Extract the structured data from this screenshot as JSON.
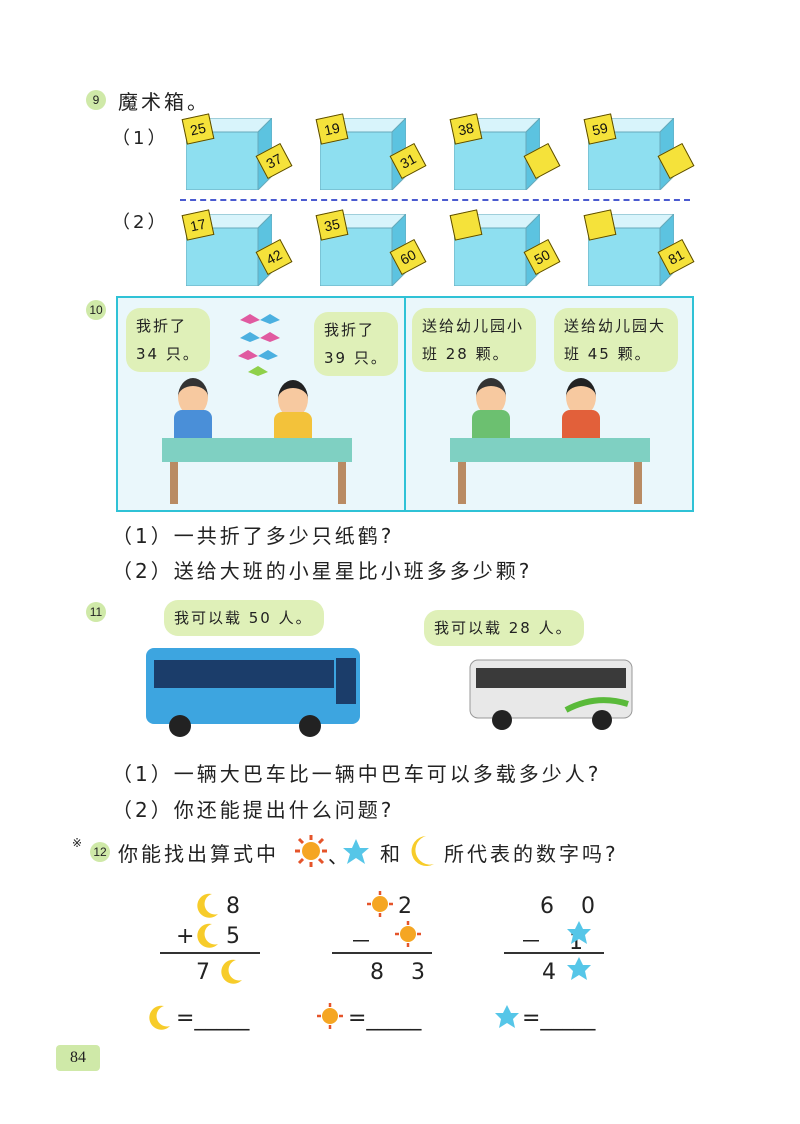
{
  "q9": {
    "num": "9",
    "title": "魔术箱。",
    "row1_label": "（1）",
    "row2_label": "（2）",
    "row1": [
      {
        "in": "25",
        "out": "37"
      },
      {
        "in": "19",
        "out": "31"
      },
      {
        "in": "38",
        "out": ""
      },
      {
        "in": "59",
        "out": ""
      }
    ],
    "row2": [
      {
        "in": "17",
        "out": "42"
      },
      {
        "in": "35",
        "out": "60"
      },
      {
        "in": "",
        "out": "50"
      },
      {
        "in": "",
        "out": "81"
      }
    ]
  },
  "q10": {
    "num": "10",
    "bubble_boy": "我折了34 只。",
    "bubble_girl": "我折了39 只。",
    "bubble_boy2": "送给幼儿园小班 28 颗。",
    "bubble_girl2": "送给幼儿园大班 45 颗。",
    "q1": "（1）一共折了多少只纸鹤?",
    "q2": "（2）送给大班的小星星比小班多多少颗?"
  },
  "q11": {
    "num": "11",
    "bubble_big": "我可以载 50 人。",
    "bubble_mid": "我可以载 28 人。",
    "q1": "（1）一辆大巴车比一辆中巴车可以多载多少人?",
    "q2": "（2）你还能提出什么问题?"
  },
  "q12": {
    "mark": "※",
    "num": "12",
    "question_a": "你能找出算式中",
    "sep": "、",
    "question_b": "和",
    "question_c": "所代表的数字吗?",
    "eq1": {
      "top": "8",
      "plus": "+",
      "second": "5",
      "result": "7"
    },
    "eq2": {
      "top": "2",
      "minus": "－",
      "result": "8 3"
    },
    "eq3": {
      "top": "6 0",
      "second": "－ 1",
      "result": "4"
    },
    "answer_blank": "=_____"
  },
  "page": {
    "number": "84"
  },
  "colors": {
    "accent": "#2fc2d6",
    "badge": "#cfe9a8",
    "note": "#f5e23a",
    "box": "#8edff0"
  }
}
